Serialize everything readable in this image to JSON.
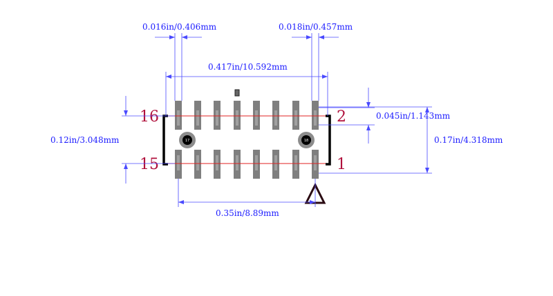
{
  "dimensions": {
    "pad_width": "0.016in/0.406mm",
    "pad_gap": "0.018in/0.457mm",
    "overall_length": "0.417in/10.592mm",
    "pad_length": "0.045in/1.143mm",
    "row_spacing": "0.12in/3.048mm",
    "overall_width": "0.17in/4.318mm",
    "pitch_span": "0.35in/8.89mm"
  },
  "pin_labels": {
    "top_left": "16",
    "top_right": "2",
    "bottom_left": "15",
    "bottom_right": "1"
  },
  "mount_holes": {
    "left": "17",
    "right": "18"
  },
  "colors": {
    "dimension": "#1a1aff",
    "pin_label": "#b0103c",
    "pad": "#7f7f7f",
    "trace": "#e02020"
  }
}
